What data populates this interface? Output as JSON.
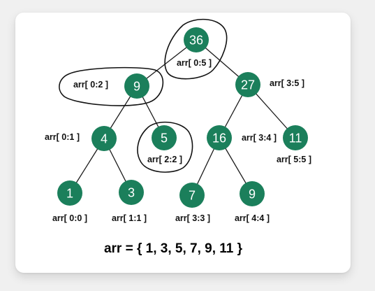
{
  "diagram": {
    "caption": "arr = { 1, 3, 5, 7, 9, 11 }",
    "colors": {
      "node": "#1b7f5b",
      "node_text": "#ffffff",
      "edge": "#1a1a1a",
      "label": "#111111"
    },
    "nodes": [
      {
        "id": "n36",
        "value": "36",
        "range": "arr[ 0:5 ]"
      },
      {
        "id": "n9a",
        "value": "9",
        "range": "arr[ 0:2 ]"
      },
      {
        "id": "n27",
        "value": "27",
        "range": "arr[ 3:5 ]"
      },
      {
        "id": "n4",
        "value": "4",
        "range": "arr[ 0:1 ]"
      },
      {
        "id": "n5",
        "value": "5",
        "range": "arr[ 2:2 ]"
      },
      {
        "id": "n16",
        "value": "16",
        "range": "arr[ 3:4 ]"
      },
      {
        "id": "n11",
        "value": "11",
        "range": "arr[ 5:5 ]"
      },
      {
        "id": "n1",
        "value": "1",
        "range": "arr[ 0:0 ]"
      },
      {
        "id": "n3",
        "value": "3",
        "range": "arr[ 1:1 ]"
      },
      {
        "id": "n7",
        "value": "7",
        "range": "arr[ 3:3 ]"
      },
      {
        "id": "n9b",
        "value": "9",
        "range": "arr[ 4:4 ]"
      }
    ]
  }
}
